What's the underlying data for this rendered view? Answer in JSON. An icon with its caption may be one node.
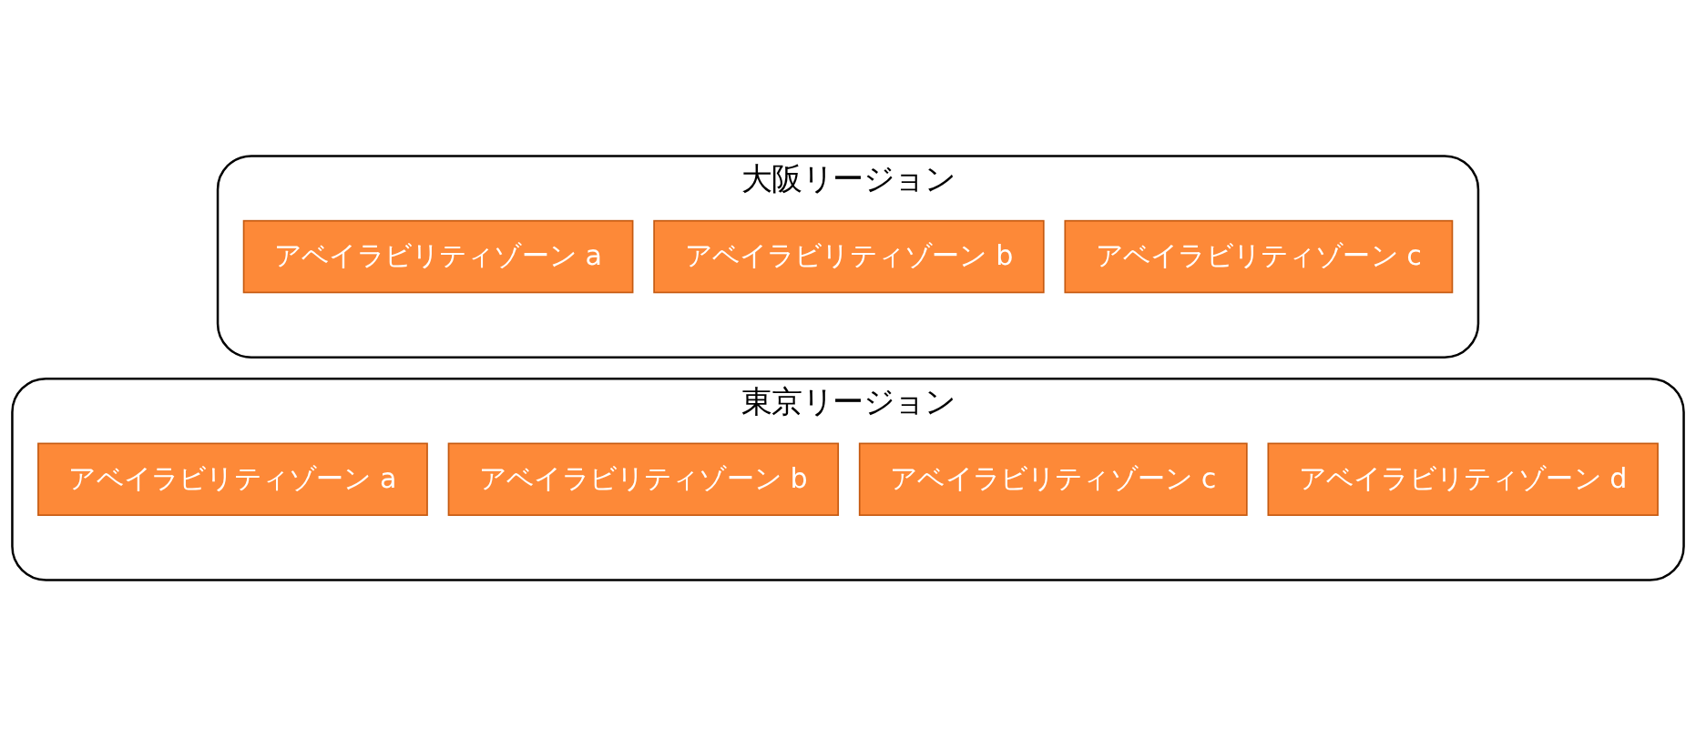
{
  "diagram": {
    "nodes": [
      {
        "text": [
          "東京リージョン"
        ]
      },
      {
        "text": [
          "アベイラビリティゾーン a"
        ],
        "in": 0
      },
      {
        "text": [
          "アベイラビリティゾーン b"
        ],
        "in": 0
      },
      {
        "text": [
          "アベイラビリティゾーン c"
        ],
        "in": 0
      },
      {
        "text": [
          "アベイラビリティゾーン d"
        ],
        "in": 0
      },
      {
        "text": [
          "大阪リージョン"
        ]
      },
      {
        "text": [
          "アベイラビリティゾーン a"
        ],
        "in": 5
      },
      {
        "text": [
          "アベイラビリティゾーン b"
        ],
        "in": 5
      },
      {
        "text": [
          "アベイラビリティゾーン c"
        ],
        "in": 5
      }
    ],
    "edges": []
  }
}
